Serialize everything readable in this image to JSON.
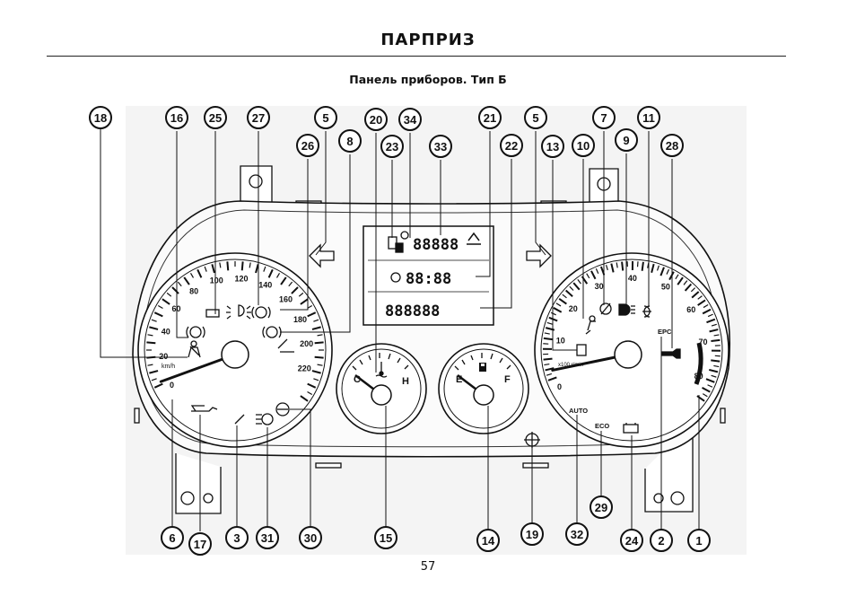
{
  "header": {
    "title": "ПАРПРИЗ"
  },
  "subtitle": "Панель приборов. Тип Б",
  "page_number": "57",
  "callouts": [
    "18",
    "16",
    "25",
    "27",
    "26",
    "5",
    "8",
    "20",
    "34",
    "23",
    "33",
    "21",
    "22",
    "5",
    "13",
    "10",
    "7",
    "9",
    "11",
    "28",
    "6",
    "17",
    "3",
    "31",
    "30",
    "15",
    "14",
    "19",
    "32",
    "29",
    "24",
    "2",
    "1"
  ],
  "speedometer": {
    "ticks": [
      "20",
      "40",
      "60",
      "80",
      "100",
      "120",
      "140",
      "160",
      "180",
      "200",
      "220"
    ],
    "zero": "0",
    "unit": "km/h",
    "needle_value": 5,
    "max": 240
  },
  "tachometer": {
    "ticks": [
      "10",
      "20",
      "30",
      "40",
      "50",
      "60",
      "70",
      "80"
    ],
    "zero": "0",
    "unit": "x100 r/min",
    "needle_value": 3,
    "max": 85
  },
  "temperature_gauge": {
    "low": "C",
    "high": "H"
  },
  "fuel_gauge": {
    "low": "E",
    "high": "F"
  },
  "display": {
    "odometer": "88888",
    "clock": "88:88",
    "trip": "888888"
  },
  "indicators": {
    "auto": "AUTO",
    "eco": "ECO",
    "epc": "EPC"
  }
}
